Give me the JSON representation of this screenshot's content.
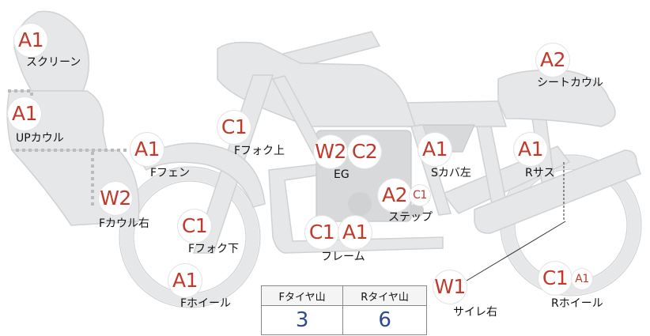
{
  "colors": {
    "part": "#e6e7e8",
    "mark": "#c0392b",
    "value": "#2c4a8f"
  },
  "parts": {
    "screen": {
      "grade": "A1",
      "label": "スクリーン"
    },
    "up_cowl": {
      "grade": "A1",
      "label": "UPカウル"
    },
    "f_fender": {
      "grade": "A1",
      "label": "Fフェン"
    },
    "f_cowl_right": {
      "grade": "W2",
      "label": "Fカウル右"
    },
    "f_fork_upper": {
      "grade": "C1",
      "label": "Fフォク上"
    },
    "f_fork_lower": {
      "grade": "C1",
      "label": "Fフォク下"
    },
    "f_wheel": {
      "grade": "A1",
      "label": "Fホイール"
    },
    "eg": {
      "grade_1": "W2",
      "grade_2": "C2",
      "label": "EG"
    },
    "step": {
      "grade_1": "A2",
      "grade_2": "C1",
      "label": "ステップ"
    },
    "frame": {
      "grade_1": "C1",
      "grade_2": "A1",
      "label": "フレーム"
    },
    "side_cover_left": {
      "grade": "A1",
      "label": "Sカバ左"
    },
    "seat_cowl": {
      "grade": "A2",
      "label": "シートカウル"
    },
    "r_suspension": {
      "grade": "A1",
      "label": "Rサス"
    },
    "muffler_right": {
      "grade": "W1",
      "label": "サイレ右"
    },
    "r_wheel": {
      "grade_1": "C1",
      "grade_2": "A1",
      "label": "Rホイール"
    }
  },
  "tread": {
    "front_label": "Fタイヤ山",
    "front_value": "3",
    "rear_label": "Rタイヤ山",
    "rear_value": "6"
  }
}
